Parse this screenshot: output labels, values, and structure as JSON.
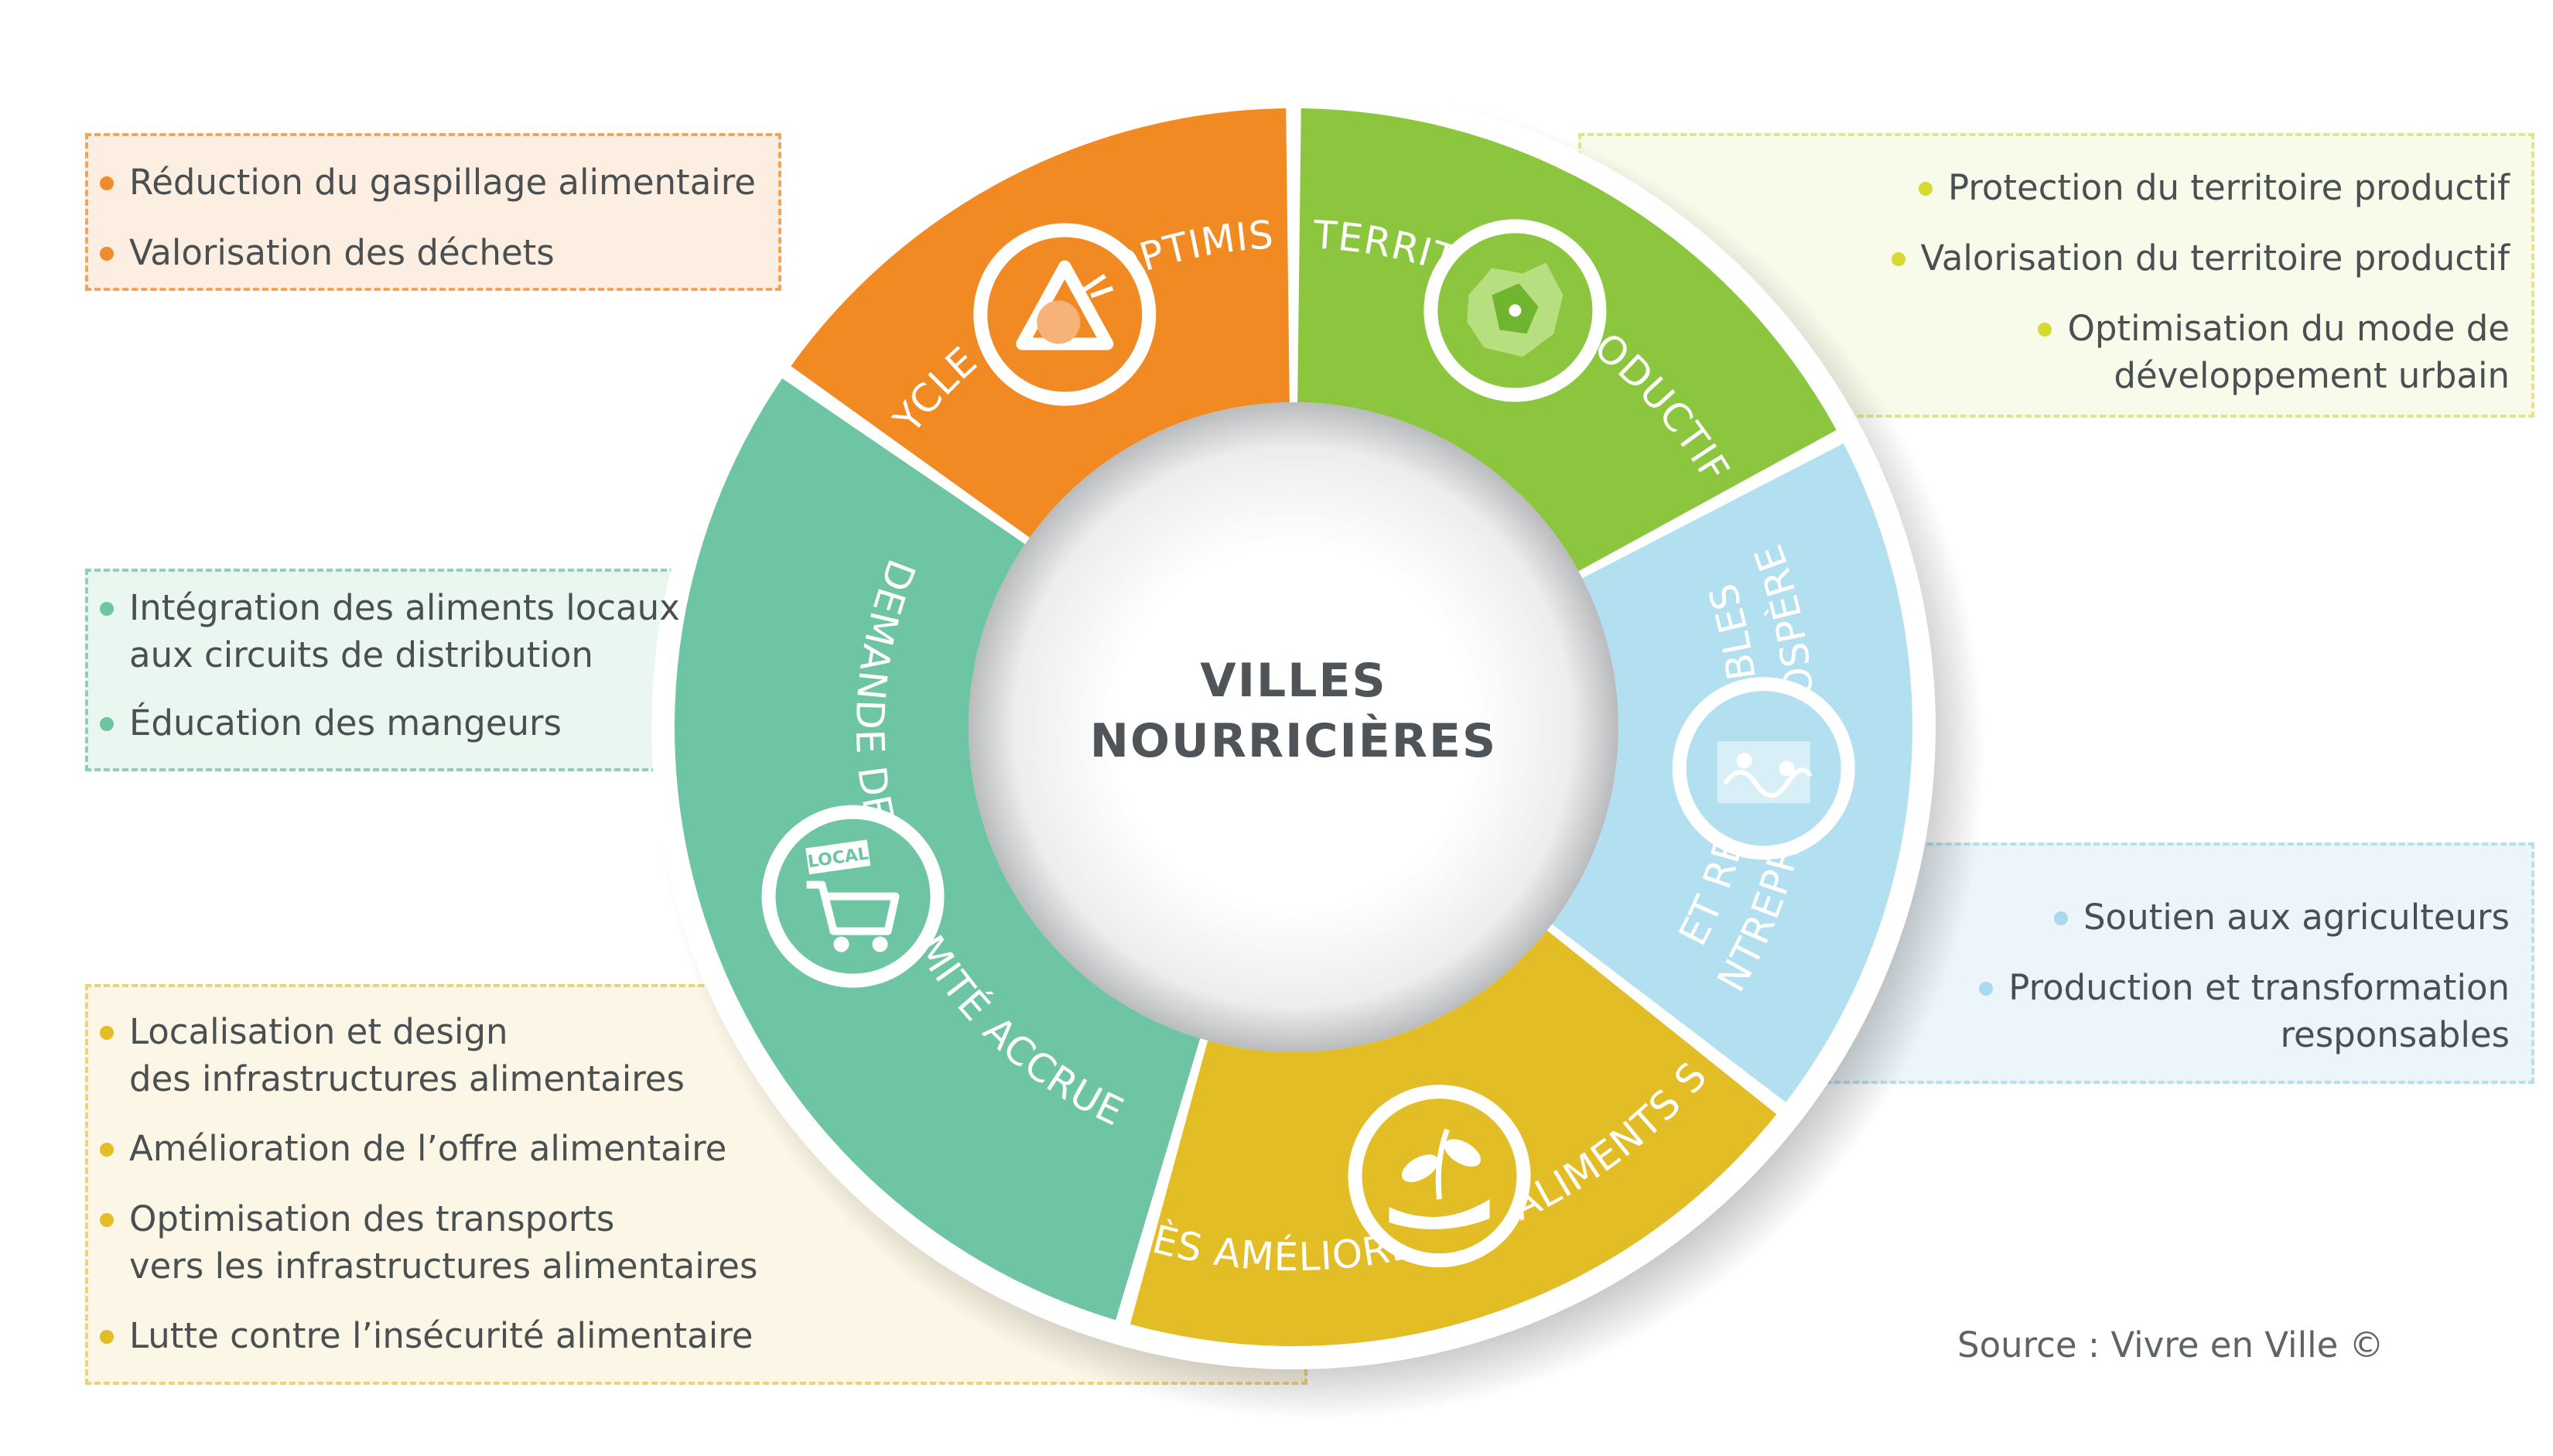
{
  "center": {
    "line1": "VILLES",
    "line2": "NOURRICIÈRES"
  },
  "segments": [
    {
      "id": "cycle",
      "label": "CYCLE DE VIE OPTIMISÉ",
      "color": "#f28a24",
      "icon": "recycle-food-icon"
    },
    {
      "id": "territoire",
      "label": "TERRITOIRE PRODUCTIF",
      "color": "#8cc63f",
      "icon": "territory-map-icon"
    },
    {
      "id": "entreprises",
      "label_line1": "ENTREPRISES PROSPÈRES",
      "label_line2": "ET RESPONSABLES",
      "color": "#b3e0f0",
      "icon": "farmers-icon"
    },
    {
      "id": "acces",
      "label": "ACCÈS AMÉLIORÉ AUX ALIMENTS SAINS",
      "color": "#e3bd25",
      "icon": "hand-plant-icon"
    },
    {
      "id": "demande",
      "label": "DEMANDE DE PROXIMITÉ ACCRUE",
      "color": "#6ec5a4",
      "icon": "local-cart-icon"
    }
  ],
  "icon_badge_text": "LOCAL",
  "panels": {
    "cycle": {
      "items": [
        [
          "Réduction du gaspillage alimentaire"
        ],
        [
          "Valorisation des déchets"
        ]
      ]
    },
    "territoire": {
      "items": [
        [
          "Protection du territoire productif"
        ],
        [
          "Valorisation du territoire productif"
        ],
        [
          "Optimisation du mode de",
          "développement urbain"
        ]
      ]
    },
    "demande": {
      "items": [
        [
          "Intégration des aliments locaux",
          "aux circuits de distribution"
        ],
        [
          "Éducation des mangeurs"
        ]
      ]
    },
    "entreprises": {
      "items": [
        [
          "Soutien aux agriculteurs"
        ],
        [
          "Production et transformation",
          "responsables"
        ]
      ]
    },
    "acces": {
      "items": [
        [
          "Localisation et design",
          "des infrastructures alimentaires"
        ],
        [
          "Amélioration de l’offre alimentaire"
        ],
        [
          "Optimisation des transports",
          "vers les infrastructures alimentaires"
        ],
        [
          "Lutte contre l’insécurité alimentaire"
        ]
      ]
    }
  },
  "source": "Source : Vivre en Ville ©"
}
